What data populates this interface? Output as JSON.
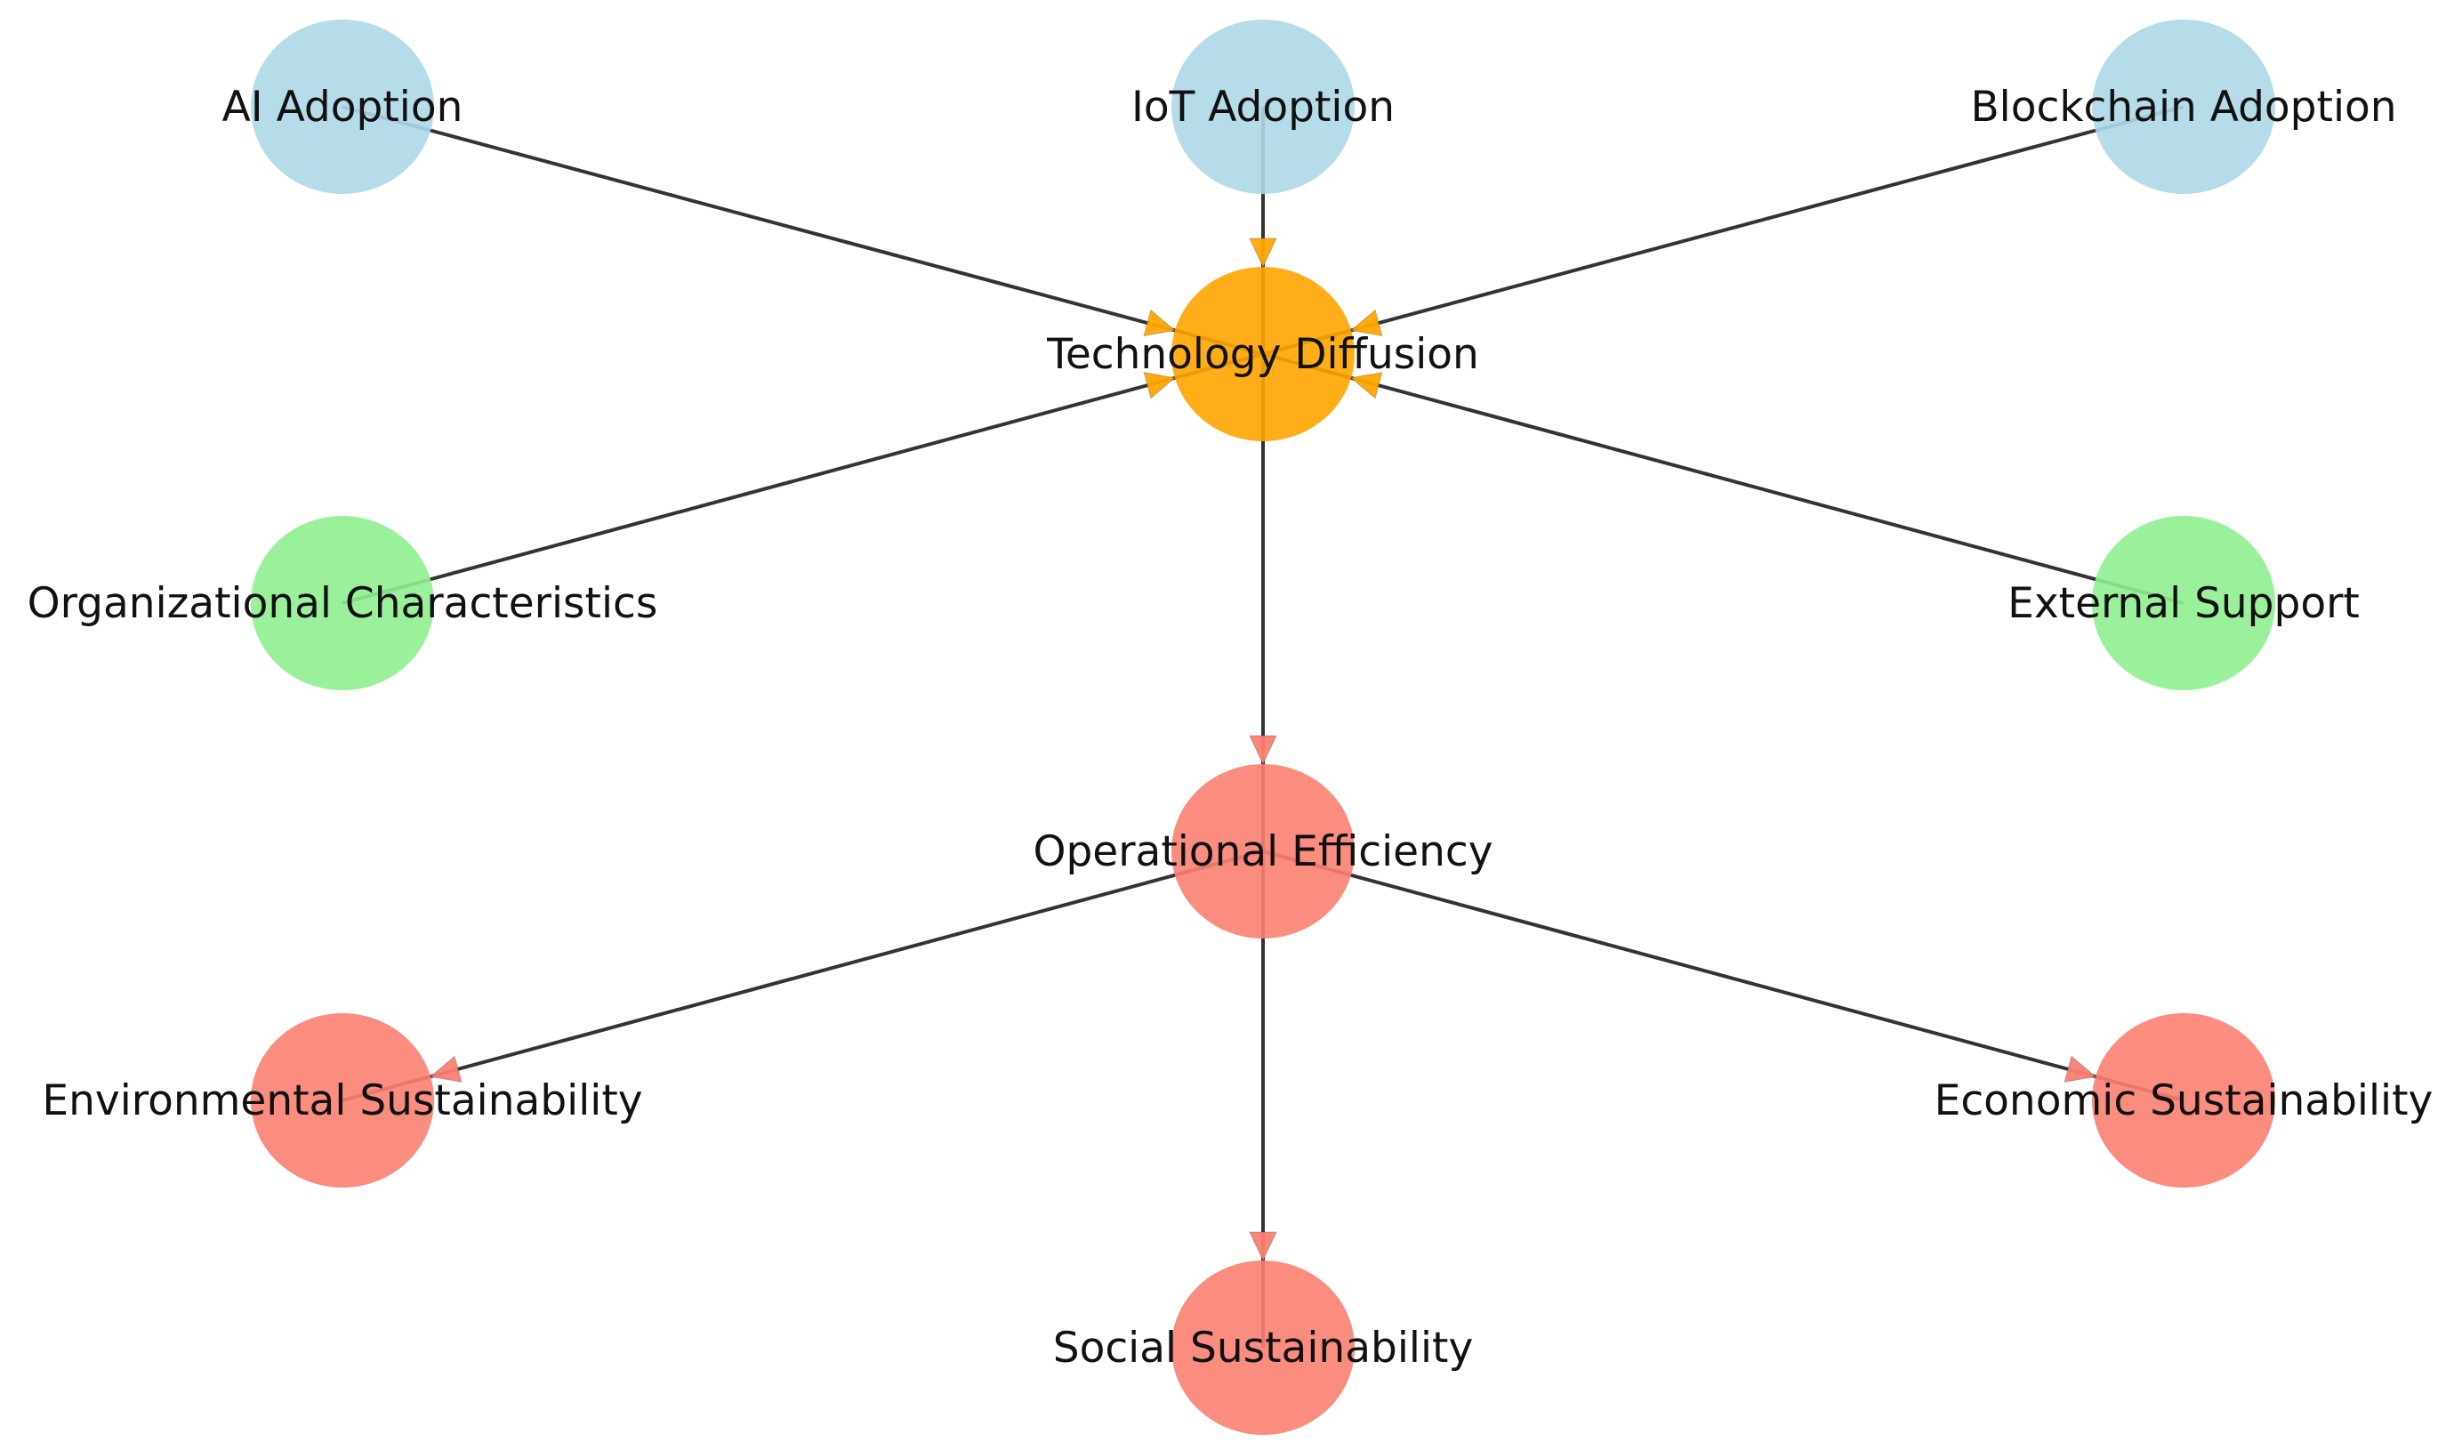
{
  "diagram": {
    "nodes": [
      {
        "id": "ai",
        "label": "AI Adoption",
        "color": "#add8e6",
        "group": "technology"
      },
      {
        "id": "iot",
        "label": "IoT Adoption",
        "color": "#add8e6",
        "group": "technology"
      },
      {
        "id": "blockchain",
        "label": "Blockchain Adoption",
        "color": "#add8e6",
        "group": "technology"
      },
      {
        "id": "diffusion",
        "label": "Technology Diffusion",
        "color": "#ffa500",
        "group": "mediator"
      },
      {
        "id": "org",
        "label": "Organizational Characteristics",
        "color": "#90ee90",
        "group": "moderator"
      },
      {
        "id": "external",
        "label": "External Support",
        "color": "#90ee90",
        "group": "moderator"
      },
      {
        "id": "opeff",
        "label": "Operational Efficiency",
        "color": "#fa8072",
        "group": "outcome"
      },
      {
        "id": "env",
        "label": "Environmental Sustainability",
        "color": "#fa8072",
        "group": "outcome"
      },
      {
        "id": "econ",
        "label": "Economic Sustainability",
        "color": "#fa8072",
        "group": "outcome"
      },
      {
        "id": "social",
        "label": "Social Sustainability",
        "color": "#fa8072",
        "group": "outcome"
      }
    ],
    "edges": [
      {
        "from": "ai",
        "to": "diffusion"
      },
      {
        "from": "iot",
        "to": "diffusion"
      },
      {
        "from": "blockchain",
        "to": "diffusion"
      },
      {
        "from": "org",
        "to": "diffusion"
      },
      {
        "from": "external",
        "to": "diffusion"
      },
      {
        "from": "diffusion",
        "to": "opeff"
      },
      {
        "from": "opeff",
        "to": "env"
      },
      {
        "from": "opeff",
        "to": "econ"
      },
      {
        "from": "opeff",
        "to": "social"
      }
    ],
    "edge_color": "#333333"
  }
}
